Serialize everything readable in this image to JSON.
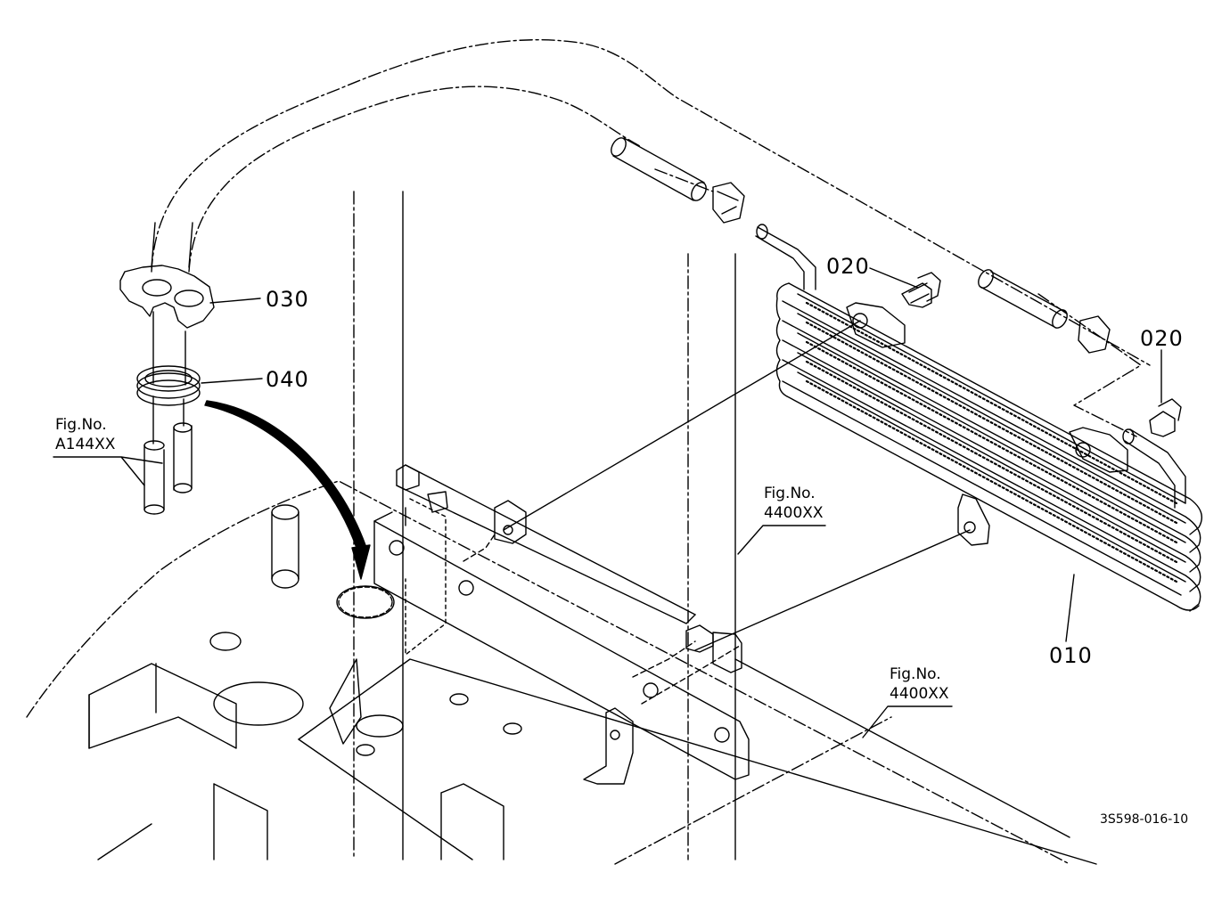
{
  "diagram": {
    "parts": [
      {
        "id": "part-010",
        "label": "010"
      },
      {
        "id": "part-020-a",
        "label": "020"
      },
      {
        "id": "part-020-b",
        "label": "020"
      },
      {
        "id": "part-030",
        "label": "030"
      },
      {
        "id": "part-040",
        "label": "040"
      }
    ],
    "figure_refs": [
      {
        "line1": "Fig.No.",
        "line2": "A144XX"
      },
      {
        "line1": "Fig.No.",
        "line2": "4400XX"
      },
      {
        "line1": "Fig.No.",
        "line2": "4400XX"
      }
    ],
    "drawing_code": "3S598-016-10"
  }
}
